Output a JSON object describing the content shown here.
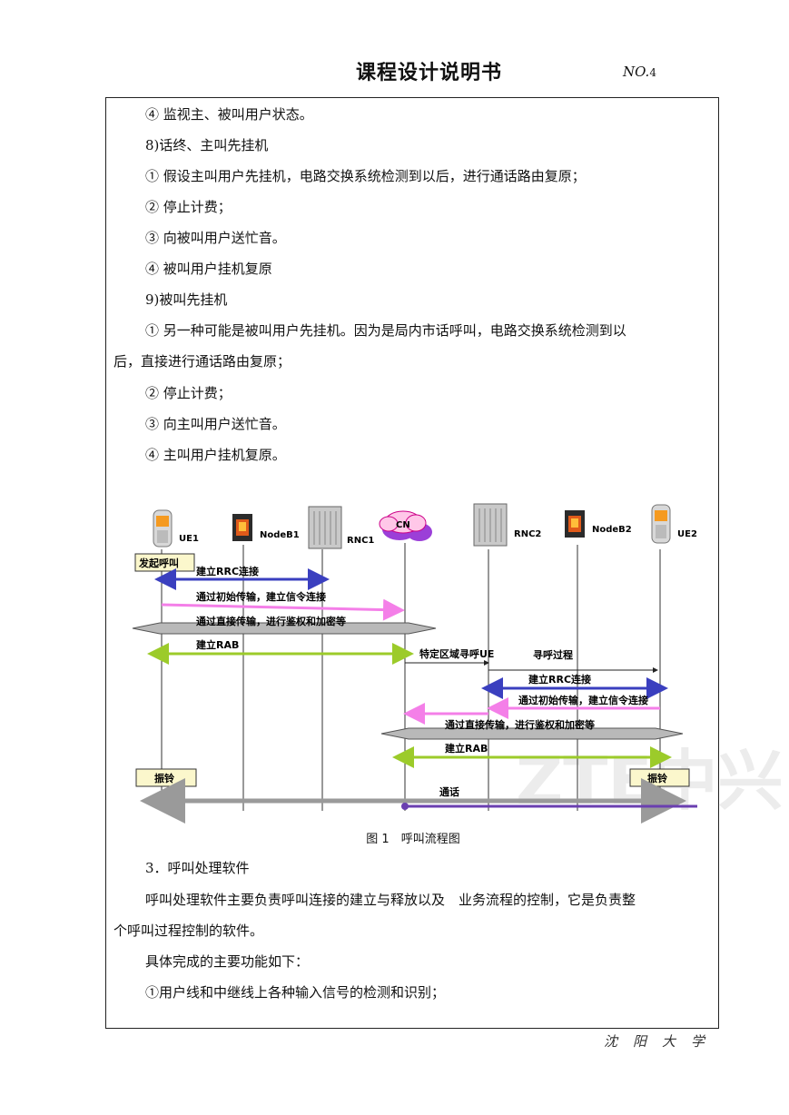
{
  "header": {
    "title": "课程设计说明书",
    "no_label": "NO.",
    "page": "4"
  },
  "lines": [
    "④ 监视主、被叫用户状态。",
    "8)话终、主叫先挂机",
    "① 假设主叫用户先挂机，电路交换系统检测到以后，进行通话路由复原；",
    "② 停止计费；",
    "③ 向被叫用户送忙音。",
    "④ 被叫用户挂机复原",
    "9)被叫先挂机",
    "① 另一种可能是被叫用户先挂机。因为是局内市话呼叫，电路交换系统检测到以",
    "后，直接进行通话路由复原；",
    "② 停止计费；",
    "③ 向主叫用户送忙音。",
    "④ 主叫用户挂机复原。"
  ],
  "diagram": {
    "nodes": {
      "ue1": "UE1",
      "nodeb1": "NodeB1",
      "rnc1": "RNC1",
      "cn": "CN",
      "rnc2": "RNC2",
      "nodeb2": "NodeB2",
      "ue2": "UE2"
    },
    "start_call": "发起呼叫",
    "messages": {
      "rrc1": "建立RRC连接",
      "init1": "通过初始传输，建立信令连接",
      "direct1": "通过直接传输，进行鉴权和加密等",
      "rab1": "建立RAB",
      "paging_ue": "特定区域寻呼UE",
      "paging": "寻呼过程",
      "rrc2": "建立RRC连接",
      "init2": "通过初始传输，建立信令连接",
      "direct2": "通过直接传输，进行鉴权和加密等",
      "rab2": "建立RAB"
    },
    "ring1": "振铃",
    "ring2": "振铃",
    "talk": "通话",
    "watermark": "ZTE中兴"
  },
  "figure_caption": "图 1　呼叫流程图",
  "section": {
    "heading": "3．呼叫处理软件",
    "p1_line1": "呼叫处理软件主要负责呼叫连接的建立与释放以及　业务流程的控制，它是负责整",
    "p1_line2": "个呼叫过程控制的软件。",
    "p2": "具体完成的主要功能如下：",
    "p3": "①用户线和中继线上各种输入信号的检测和识别；"
  },
  "footer": "沈阳大学",
  "colors": {
    "blue": "#3a3fbf",
    "pink": "#f47fe8",
    "gray": "#9a9a9a",
    "green": "#9ccb2a",
    "purple": "#6a3fb0",
    "label_bg": "#fbf7cc"
  }
}
